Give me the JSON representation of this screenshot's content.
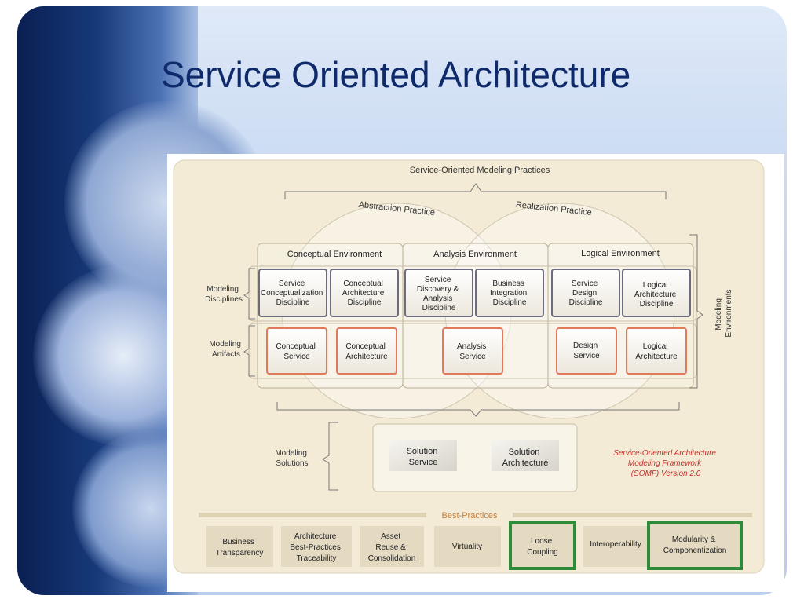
{
  "slide": {
    "title": "Service Oriented Architecture"
  },
  "diagram": {
    "heading": "Service-Oriented Modeling Practices",
    "abstraction_practice": "Abstraction Practice",
    "realization_practice": "Realization Practice",
    "environments": {
      "conceptual": "Conceptual Environment",
      "analysis": "Analysis Environment",
      "logical": "Logical Environment"
    },
    "row_labels": {
      "disciplines": [
        "Modeling",
        "Disciplines"
      ],
      "artifacts": [
        "Modeling",
        "Artifacts"
      ],
      "solutions": [
        "Modeling",
        "Solutions"
      ],
      "environments_side": [
        "Modeling",
        "Environments"
      ]
    },
    "disciplines": [
      {
        "lines": [
          "Service",
          "Conceptualization",
          "Discipline"
        ]
      },
      {
        "lines": [
          "Conceptual",
          "Architecture",
          "Discipline"
        ]
      },
      {
        "lines": [
          "Service",
          "Discovery &",
          "Analysis",
          "Discipline"
        ]
      },
      {
        "lines": [
          "Business",
          "Integration",
          "Discipline"
        ]
      },
      {
        "lines": [
          "Service",
          "Design",
          "Discipline"
        ]
      },
      {
        "lines": [
          "Logical",
          "Architecture",
          "Discipline"
        ]
      }
    ],
    "artifacts": [
      {
        "lines": [
          "Conceptual",
          "Service"
        ]
      },
      {
        "lines": [
          "Conceptual",
          "Architecture"
        ]
      },
      {
        "lines": [
          "Analysis",
          "Service"
        ]
      },
      {
        "lines": [
          "Design",
          "Service"
        ]
      },
      {
        "lines": [
          "Logical",
          "Architecture"
        ]
      }
    ],
    "solutions": [
      {
        "lines": [
          "Solution",
          "Service"
        ]
      },
      {
        "lines": [
          "Solution",
          "Architecture"
        ]
      }
    ],
    "framework_note": [
      "Service-Oriented Architecture",
      "Modeling Framework",
      "(SOMF) Version 2.0"
    ],
    "best_practices_heading": "Best-Practices",
    "best_practices": [
      {
        "lines": [
          "Business",
          "Transparency"
        ]
      },
      {
        "lines": [
          "Architecture",
          "Best-Practices",
          "Traceability"
        ]
      },
      {
        "lines": [
          "Asset",
          "Reuse &",
          "Consolidation"
        ]
      },
      {
        "lines": [
          "Virtuality"
        ]
      },
      {
        "lines": [
          "Loose",
          "Coupling"
        ]
      },
      {
        "lines": [
          "Interoperability"
        ]
      },
      {
        "lines": [
          "Modularity &",
          "Componentization"
        ]
      }
    ],
    "colors": {
      "panel_bg": "#f3ebd6",
      "discipline_border": "#6c6c7e",
      "artifact_border": "#e07a5a",
      "note_red": "#c0302a",
      "heading_orange": "#c8803c",
      "highlight_green": "#2e8b3a",
      "title_blue": "#0f2a6b"
    }
  }
}
